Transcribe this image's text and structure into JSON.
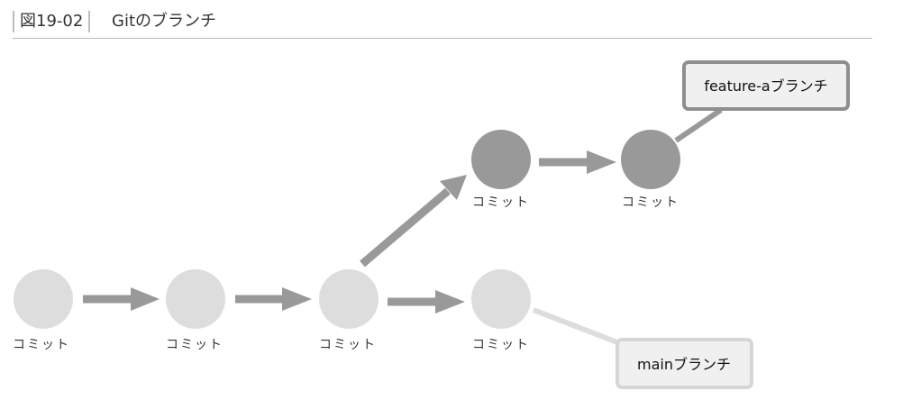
{
  "figure": {
    "id": "図19-02",
    "title": "Gitのブランチ"
  },
  "commit_label": "コミット",
  "branches": {
    "feature": {
      "label": "feature-aブランチ"
    },
    "main": {
      "label": "mainブランチ"
    }
  },
  "colors": {
    "main_commit": "#dddddd",
    "feature_commit": "#999999",
    "arrow": "#999999",
    "main_box_border": "#d6d6d6",
    "feature_box_border": "#8f8f8f",
    "box_fill": "#f0f0f0"
  }
}
